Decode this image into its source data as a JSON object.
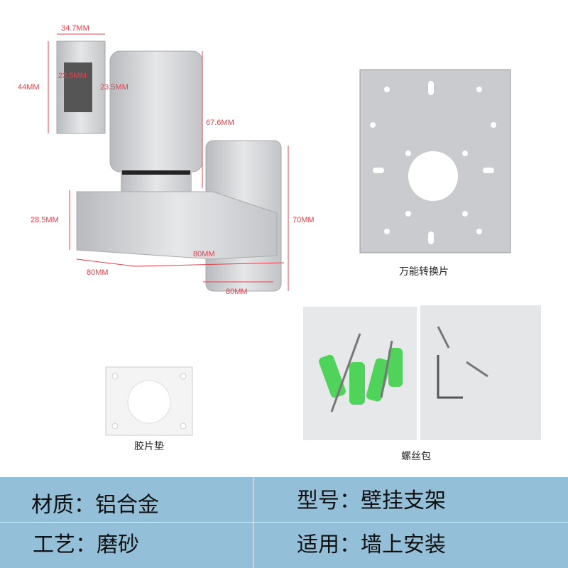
{
  "bracket": {
    "dimensions": [
      "34.7MM",
      "44MM",
      "23.5MM",
      "23.5MM",
      "67.6MM",
      "28.5MM",
      "70MM",
      "80MM",
      "80MM",
      "80MM"
    ],
    "dimension_color": "#e8404a"
  },
  "parts": {
    "adapter_plate": "万能转换片",
    "gasket": "胶片垫",
    "screw_pack": "螺丝包"
  },
  "specs": {
    "background": "#93bfd8",
    "material": "材质：铝合金",
    "model": "型号：壁挂支架",
    "process": "工艺：磨砂",
    "usage": "适用：墙上安装"
  }
}
